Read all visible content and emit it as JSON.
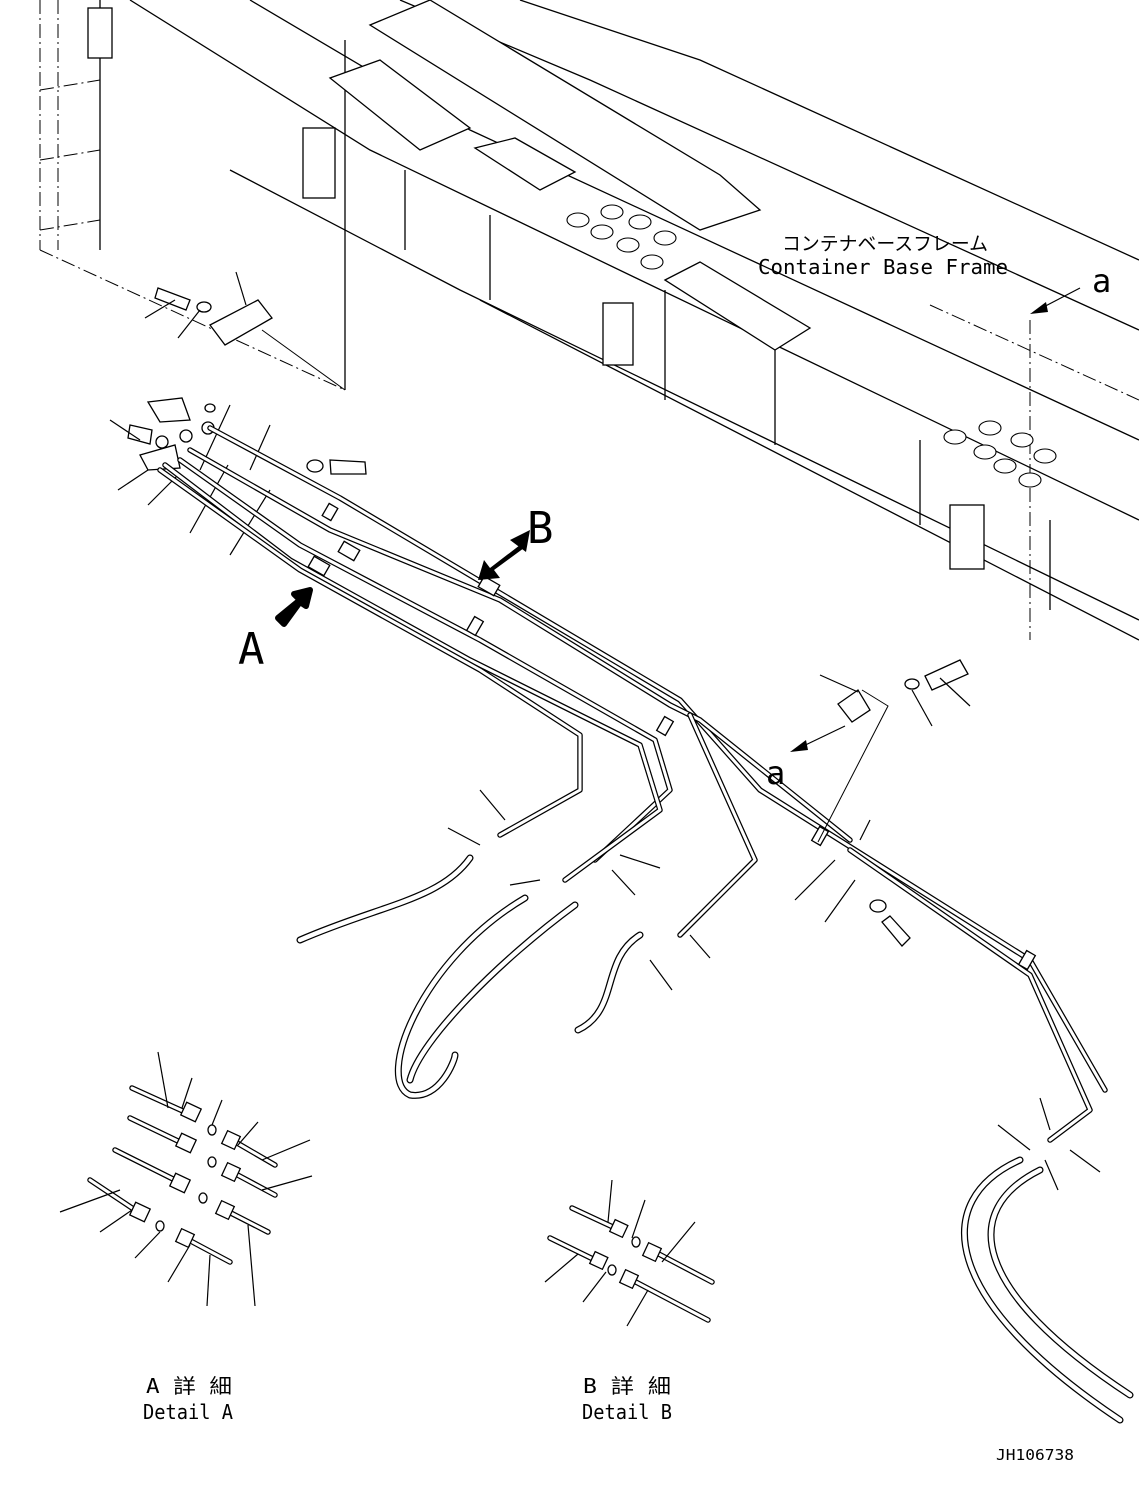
{
  "labels": {
    "frame_jp": "コンテナベースフレーム",
    "frame_en": "Container Base Frame",
    "view_a_upper": "a",
    "view_a_lower": "a",
    "arrow_A": "A",
    "arrow_B": "B",
    "detail_a_jp": "A 詳 細",
    "detail_a_en": "Detail A",
    "detail_b_jp": "B 詳 細",
    "detail_b_en": "Detail B",
    "drawing_number": "JH106738"
  }
}
